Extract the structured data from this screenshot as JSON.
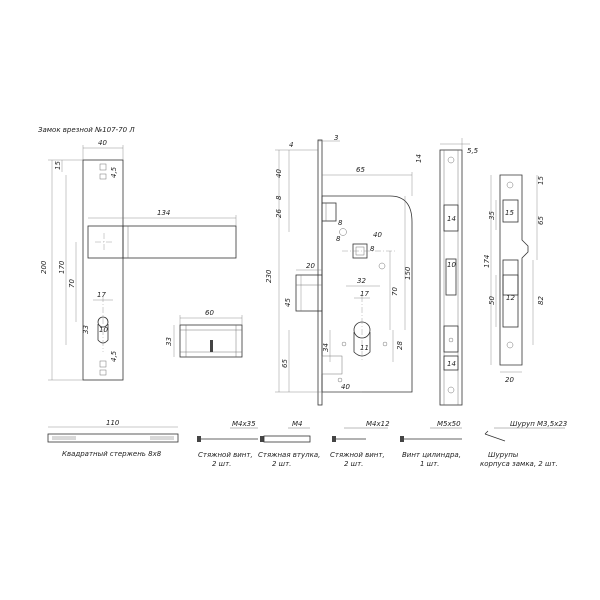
{
  "title": "Замок врезной №107-70 Л",
  "handle": {
    "d_40": "40",
    "d_15": "15",
    "d_134": "134",
    "d_200": "200",
    "d_170": "170",
    "d_70": "70",
    "d_17": "17",
    "d_33": "33",
    "d_10": "10",
    "d_4_5_top": "4,5",
    "d_4_5_bot": "4,5"
  },
  "cylinder": {
    "d_60": "60",
    "d_33": "33"
  },
  "lock_body": {
    "d_3": "3",
    "d_65": "65",
    "d_4": "4",
    "d_40_top": "40",
    "d_8a": "8",
    "d_26": "26",
    "d_8b": "8",
    "d_8c": "8",
    "d_40_mid": "40",
    "d_8d": "8",
    "d_230": "230",
    "d_20": "20",
    "d_45": "45",
    "d_150": "150",
    "d_32": "32",
    "d_17": "17",
    "d_70": "70",
    "d_65_bot": "65",
    "d_34": "34",
    "d_11": "11",
    "d_28": "28",
    "d_40_bot": "40"
  },
  "faceplate": {
    "d_5_5": "5,5",
    "d_14_top": "14",
    "d_14_slot": "14",
    "d_10": "10",
    "d_14_bot": "14"
  },
  "strike": {
    "d_15": "15",
    "d_35": "35",
    "d_15_slot": "15",
    "d_65": "65",
    "d_174": "174",
    "d_50": "50",
    "d_12": "12",
    "d_82": "82",
    "d_20": "20"
  },
  "accessories": {
    "rod": {
      "length": "110",
      "caption": "Квадратный стержень 8x8"
    },
    "items": [
      {
        "spec": "M4x35",
        "caption1": "Стяжной винт,",
        "caption2": "2 шт."
      },
      {
        "spec": "M4",
        "caption1": "Стяжная втулка,",
        "caption2": "2 шт."
      },
      {
        "spec": "M4x12",
        "caption1": "Стяжной винт,",
        "caption2": "2 шт."
      },
      {
        "spec": "M5x50",
        "caption1": "Винт цилиндра,",
        "caption2": "1 шт."
      },
      {
        "spec": "Шуруп M3,5x23",
        "caption1": "Шурупы",
        "caption2": "корпуса замка, 2 шт."
      }
    ]
  }
}
